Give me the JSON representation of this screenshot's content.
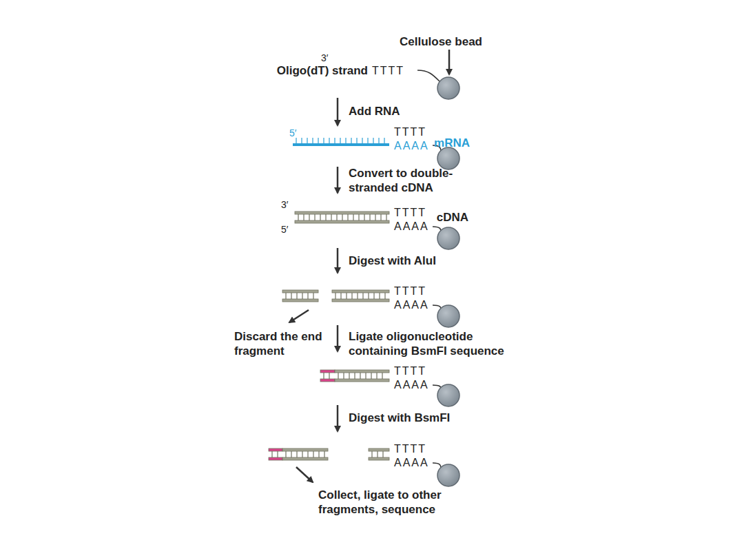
{
  "diagram": {
    "labels": [
      "Cellulose bead",
      "3′",
      "Oligo(dT) strand",
      "TTTT",
      "Add RNA",
      "mRNA",
      "5′",
      "TTTT",
      "AAAA",
      "Convert to double-stranded cDNA",
      "3′",
      "cDNA",
      "5′",
      "TTTT",
      "AAAA",
      "Digest with AluI",
      "TTTT",
      "AAAA",
      "Discard the end fragment",
      "Ligate oligonucleotide containing BsmFI sequence",
      "TTTT",
      "AAAA",
      "Digest with BsmFI",
      "TTTT",
      "AAAA",
      "Collect, ligate to other fragments, sequence"
    ]
  }
}
